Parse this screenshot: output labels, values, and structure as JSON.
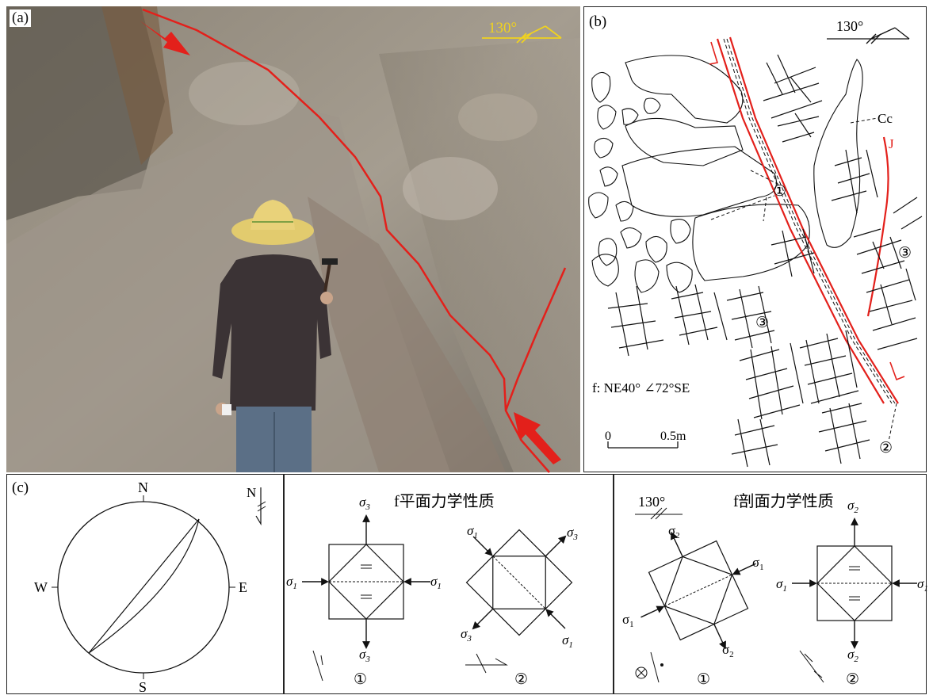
{
  "panel_a": {
    "label": "(a)",
    "azimuth": "130°"
  },
  "panel_b": {
    "label": "(b)",
    "azimuth": "130°",
    "cc": "Cc",
    "j": "J",
    "m1": "①",
    "m2": "②",
    "m3a": "③",
    "m3b": "③",
    "fault": "f: NE40° ∠72°SE",
    "scale_zero": "0",
    "scale_len": "0.5m"
  },
  "panel_c": {
    "label": "(c)",
    "stereonet": {
      "n": "N",
      "s": "S",
      "w": "W",
      "e": "E",
      "north_arrow": "N"
    },
    "plane": {
      "title": "f平面力学性质",
      "s3": "σ",
      "s3sub": "3",
      "s3b": "σ",
      "s3bsub": "3",
      "s1l": "σ",
      "s1lsub": "1",
      "s1r": "σ",
      "s1rsub": "1",
      "d_s1a": "σ",
      "d_s1asub": "1",
      "d_s3a": "σ",
      "d_s3asub": "3",
      "d_s3b": "σ",
      "d_s3bsub": "3",
      "d_s1b": "σ",
      "d_s1bsub": "1",
      "m1": "①",
      "m2": "②"
    },
    "section": {
      "title": "f剖面力学性质",
      "azimuth": "130°",
      "t_s2": "σ",
      "t_s2sub": "2",
      "t_s1": "σ",
      "t_s1sub": "1",
      "t_s1b": "σ",
      "t_s1bsub": "1",
      "t_s2b": "σ",
      "t_s2bsub": "2",
      "s2top": "σ",
      "s2topsub": "2",
      "s1l": "σ",
      "s1lsub": "1",
      "s1r": "σ",
      "s1rsub": "1",
      "s2bot": "σ",
      "s2botsub": "2",
      "m1": "①",
      "m2": "②"
    }
  },
  "colors": {
    "fault_red": "#e3201b",
    "azimuth_yellow": "#f0d21e",
    "ink": "#111111"
  }
}
